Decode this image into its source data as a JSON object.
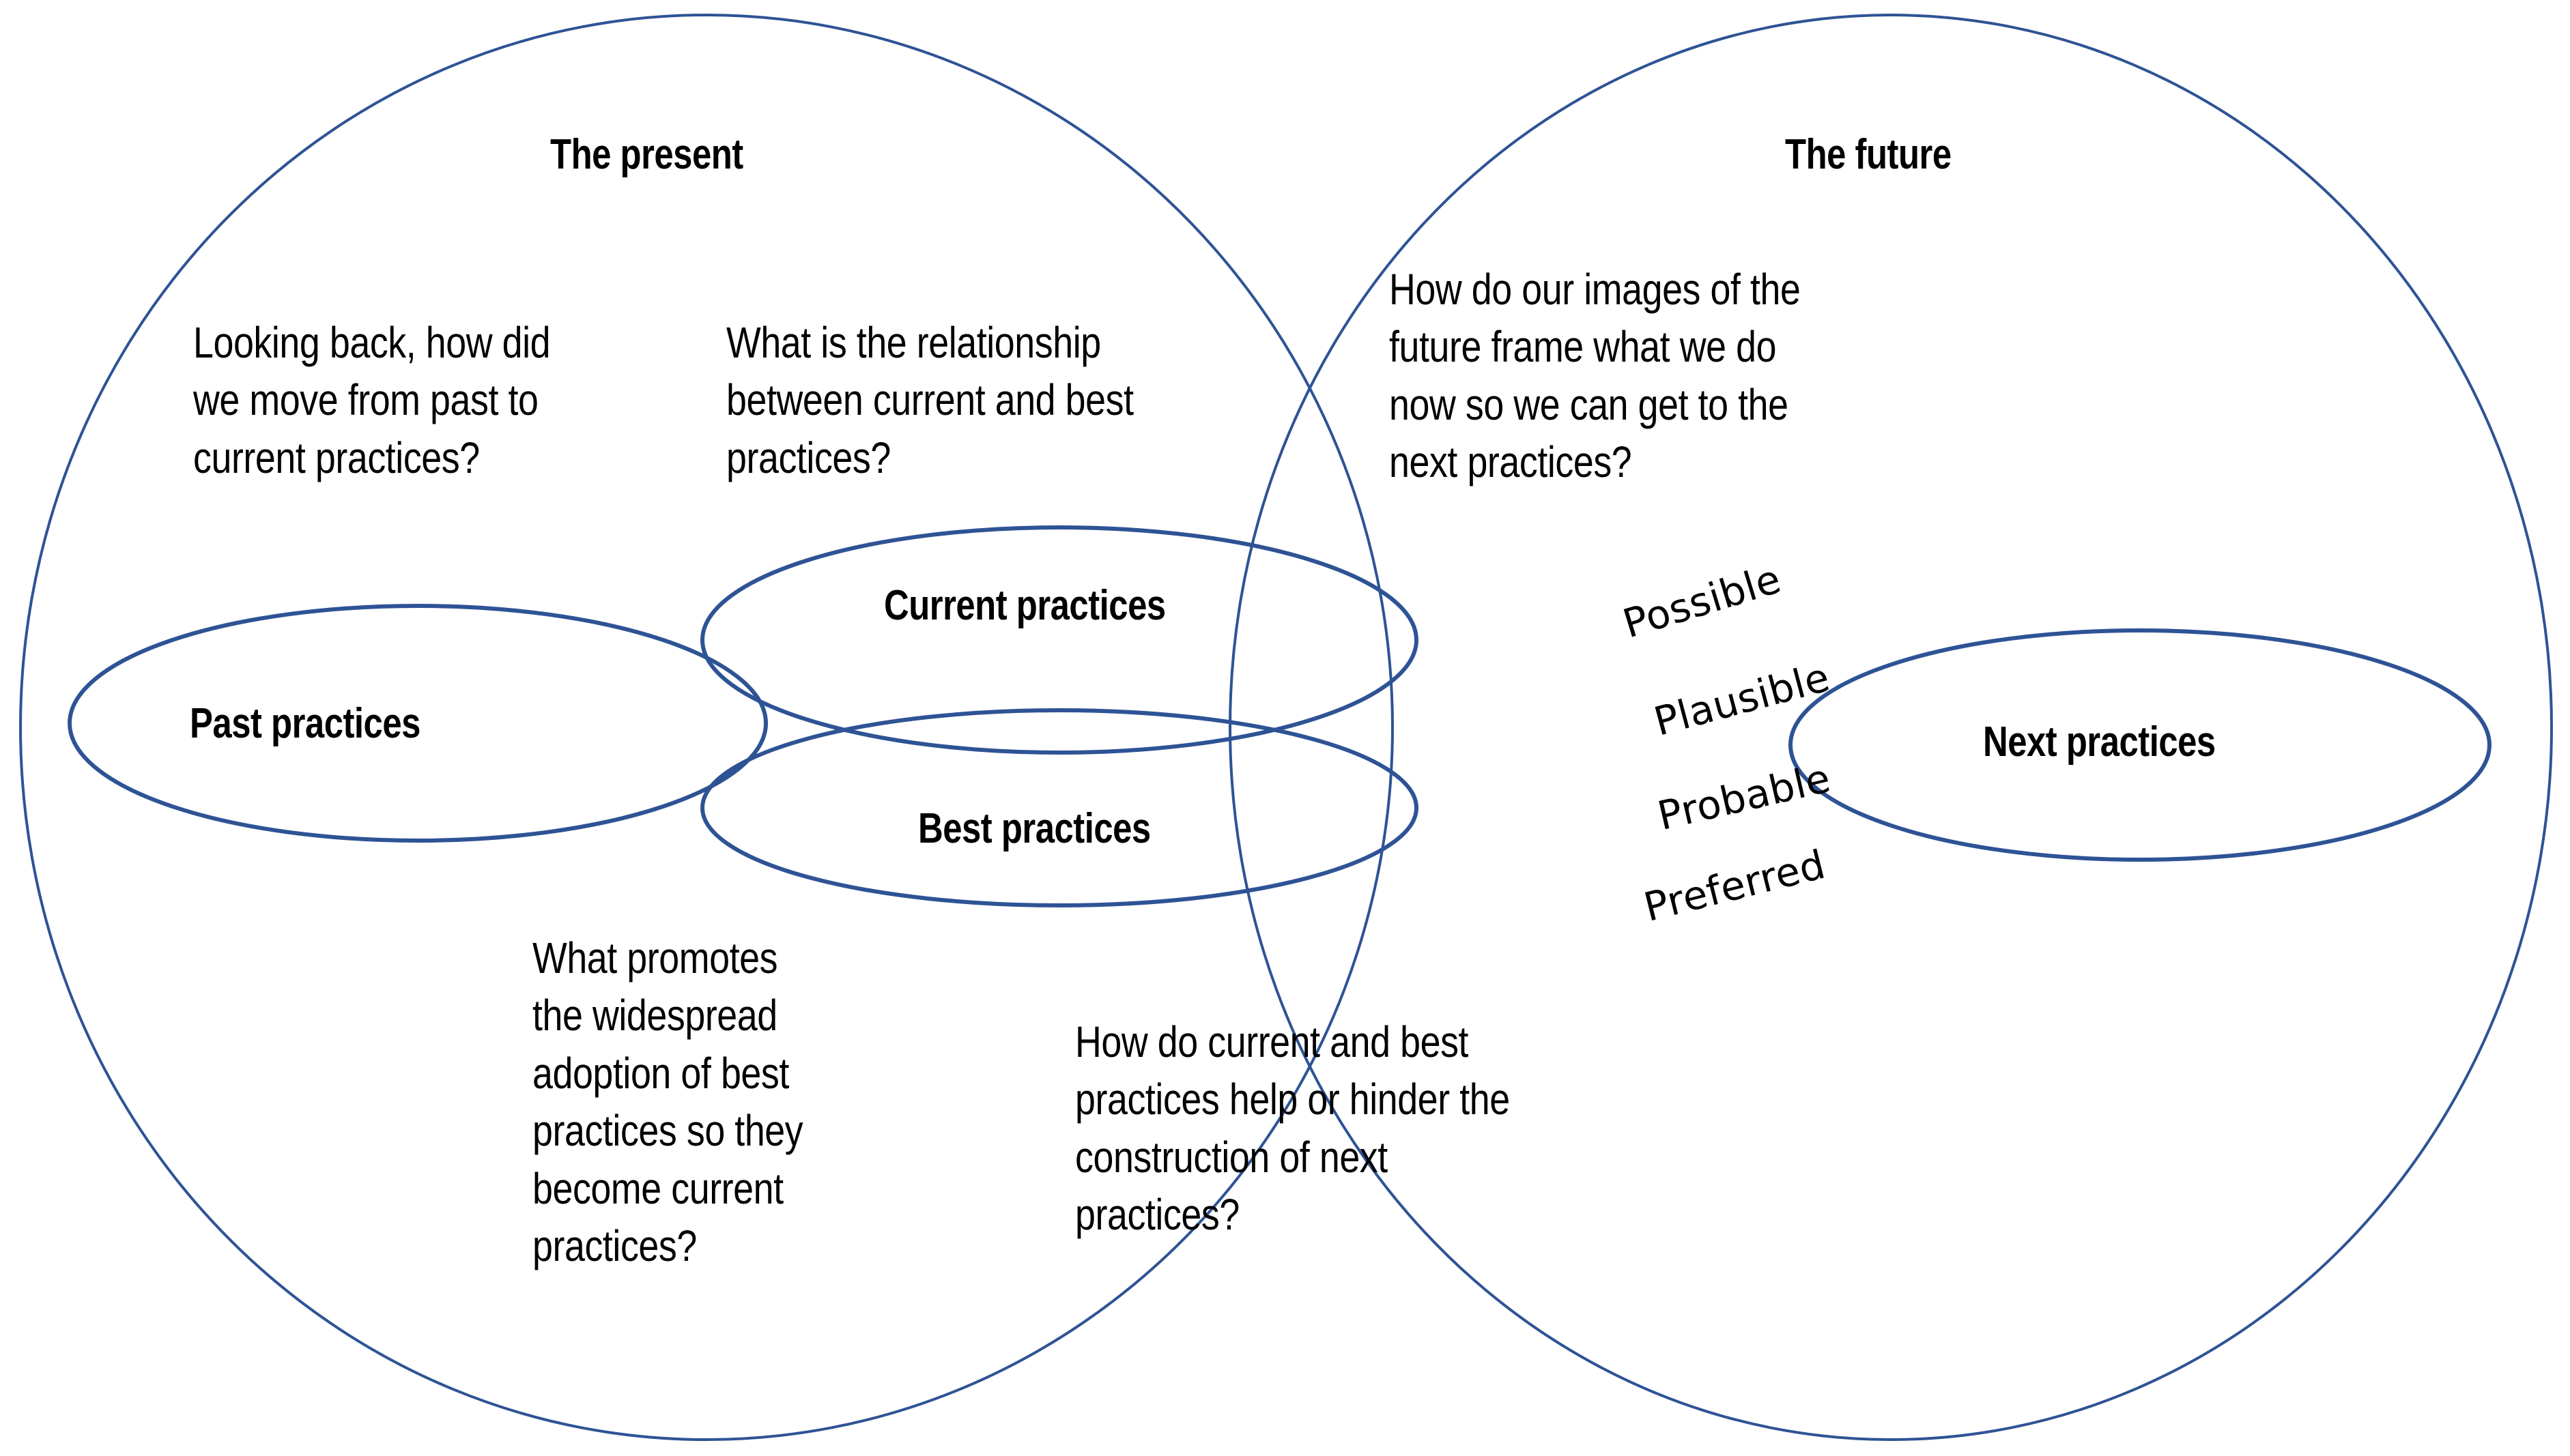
{
  "diagram": {
    "title_hidden": "",
    "stroke_color": "#2E5395",
    "text_color": "#000000",
    "background": "#ffffff"
  },
  "zones": [
    {
      "id": "present",
      "label": "The present"
    },
    {
      "id": "future",
      "label": "The future"
    }
  ],
  "ellipses": [
    {
      "id": "past",
      "label": "Past practices"
    },
    {
      "id": "current",
      "label": "Current practices"
    },
    {
      "id": "best",
      "label": "Best practices"
    },
    {
      "id": "next",
      "label": "Next practices"
    }
  ],
  "questions": [
    {
      "id": "q1",
      "text": "Looking back, how did we move from past to current practices?"
    },
    {
      "id": "q2",
      "text": "What is the relationship between current and best practices?"
    },
    {
      "id": "q3",
      "text": "How do our images of the future frame what we do now so we can get to the next practices?"
    },
    {
      "id": "q4",
      "text": "What promotes the widespread adoption of best practices so they become current practices?"
    },
    {
      "id": "q5",
      "text": "How do current and best practices help or hinder the construction of next practices?"
    }
  ],
  "futures_cone": [
    {
      "id": "possible",
      "label": "Possible"
    },
    {
      "id": "plausible",
      "label": "Plausible"
    },
    {
      "id": "probable",
      "label": "Probable"
    },
    {
      "id": "preferred",
      "label": "Preferred"
    }
  ]
}
